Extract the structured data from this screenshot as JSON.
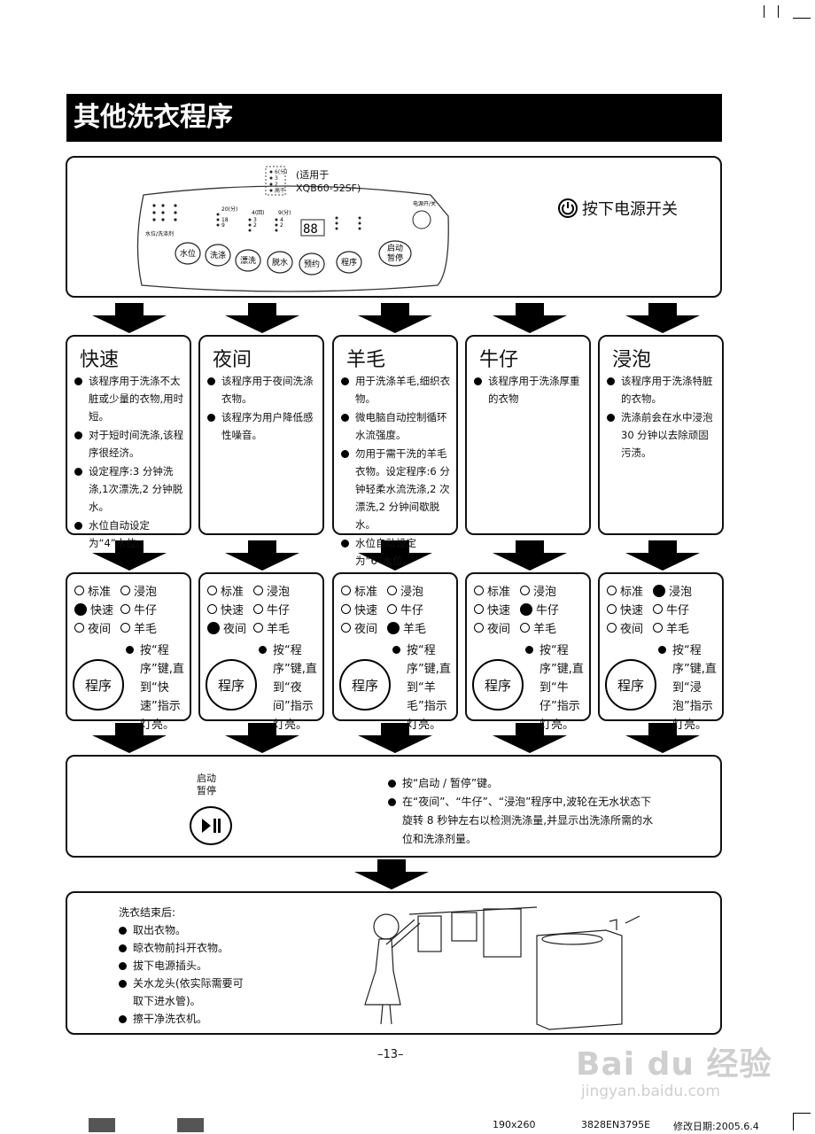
{
  "page_title": "其他洗衣程序",
  "panel": {
    "applicable_note_line1": "(适用于",
    "applicable_note_line2": "XQB60-52SF)",
    "power_instruction": "按下电源开关",
    "buttons": [
      "水位",
      "洗涤",
      "漂洗",
      "脱水",
      "预约",
      "程序",
      "启动\n暂停"
    ],
    "display": "88"
  },
  "columns": [
    {
      "title": "快速",
      "bullets": [
        "该程序用于洗涤不太脏或少量的衣物,用时短。",
        "对于短时间洗涤,该程序很经济。",
        "设定程序:3 分钟洗涤,1次漂洗,2 分钟脱水。",
        "水位自动设定为“4”水位。"
      ],
      "selected": "快速",
      "instruction": "按“程序”键,直到“快速”指示灯亮。"
    },
    {
      "title": "夜间",
      "bullets": [
        "该程序用于夜间洗涤衣物。",
        "该程序为用户降低感性噪音。"
      ],
      "selected": "夜间",
      "instruction": "按“程序”键,直到“夜间”指示灯亮。"
    },
    {
      "title": "羊毛",
      "bullets": [
        "用于洗涤羊毛,细织衣物。",
        "微电脑自动控制循环水流强度。",
        "勿用于需干洗的羊毛衣物。设定程序:6 分钟轻柔水流洗涤,2 次漂洗,2 分钟间歇脱水。",
        "水位自动设定为“6”水位。"
      ],
      "selected": "羊毛",
      "instruction": "按“程序”键,直到“羊毛”指示灯亮。"
    },
    {
      "title": "牛仔",
      "bullets": [
        "该程序用于洗涤厚重的衣物"
      ],
      "selected": "牛仔",
      "instruction": "按“程序”键,直到“牛仔”指示灯亮。"
    },
    {
      "title": "浸泡",
      "bullets": [
        "该程序用于洗涤特脏的衣物。",
        "洗涤前会在水中浸泡 30 分钟以去除顽固污渍。"
      ],
      "selected": "浸泡",
      "instruction": "按“程序”键,直到“浸泡”指示灯亮。"
    }
  ],
  "program_labels": [
    "标准",
    "浸泡",
    "快速",
    "牛仔",
    "夜间",
    "羊毛"
  ],
  "program_button_label": "程序",
  "start": {
    "button_label_line1": "启动",
    "button_label_line2": "暂停",
    "bullet1": "按“启动 / 暂停”键。",
    "bullet2": "在“夜间”、“牛仔”、“浸泡”程序中,波轮在无水状态下旋转 8 秒钟左右以检测洗涤量,并显示出洗涤所需的水位和洗涤剂量。"
  },
  "finish": {
    "heading": "洗衣结束后:",
    "items": [
      "取出衣物。",
      "晾衣物前抖开衣物。",
      "拔下电源插头。",
      "关水龙头(依实际需要可取下进水管)。",
      "擦干净洗衣机。"
    ]
  },
  "page_number": "–13–",
  "footer": {
    "size": "190x260",
    "code": "3828EN3795E",
    "date": "修改日期:2005.6.4"
  },
  "watermark": {
    "brand": "Bai du 经验",
    "url": "jingyan.baidu.com"
  }
}
